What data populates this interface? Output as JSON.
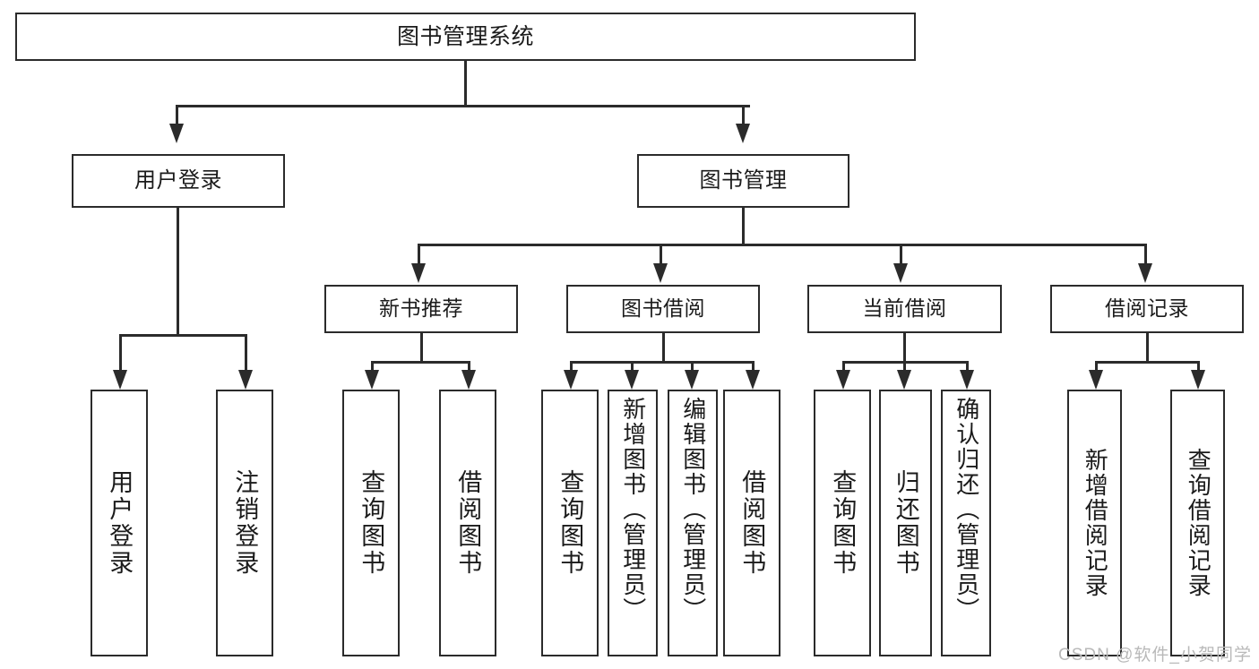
{
  "diagram": {
    "type": "tree",
    "title": "图书管理系统",
    "root": {
      "label": "图书管理系统"
    },
    "level2": [
      {
        "label": "用户登录"
      },
      {
        "label": "图书管理"
      }
    ],
    "level3": [
      {
        "label": "新书推荐"
      },
      {
        "label": "图书借阅"
      },
      {
        "label": "当前借阅"
      },
      {
        "label": "借阅记录"
      }
    ],
    "leaves": [
      {
        "label": "用户登录",
        "parent": "用户登录"
      },
      {
        "label": "注销登录",
        "parent": "用户登录"
      },
      {
        "label": "查询图书",
        "parent": "新书推荐"
      },
      {
        "label": "借阅图书",
        "parent": "新书推荐"
      },
      {
        "label": "查询图书",
        "parent": "图书借阅"
      },
      {
        "label": "新增图书（管理员）",
        "parent": "图书借阅"
      },
      {
        "label": "编辑图书（管理员）",
        "parent": "图书借阅"
      },
      {
        "label": "借阅图书",
        "parent": "图书借阅"
      },
      {
        "label": "查询图书",
        "parent": "当前借阅"
      },
      {
        "label": "归还图书",
        "parent": "当前借阅"
      },
      {
        "label": "确认归还（管理员）",
        "parent": "当前借阅"
      },
      {
        "label": "新增借阅记录",
        "parent": "借阅记录"
      },
      {
        "label": "查询借阅记录",
        "parent": "借阅记录"
      }
    ]
  },
  "watermark": {
    "text": "CSDN @软件_小贺同学"
  },
  "colors": {
    "stroke": "#2b2b2b",
    "fill": "#ffffff",
    "text": "#1b1b1b",
    "watermark": "#b9b9b9"
  }
}
